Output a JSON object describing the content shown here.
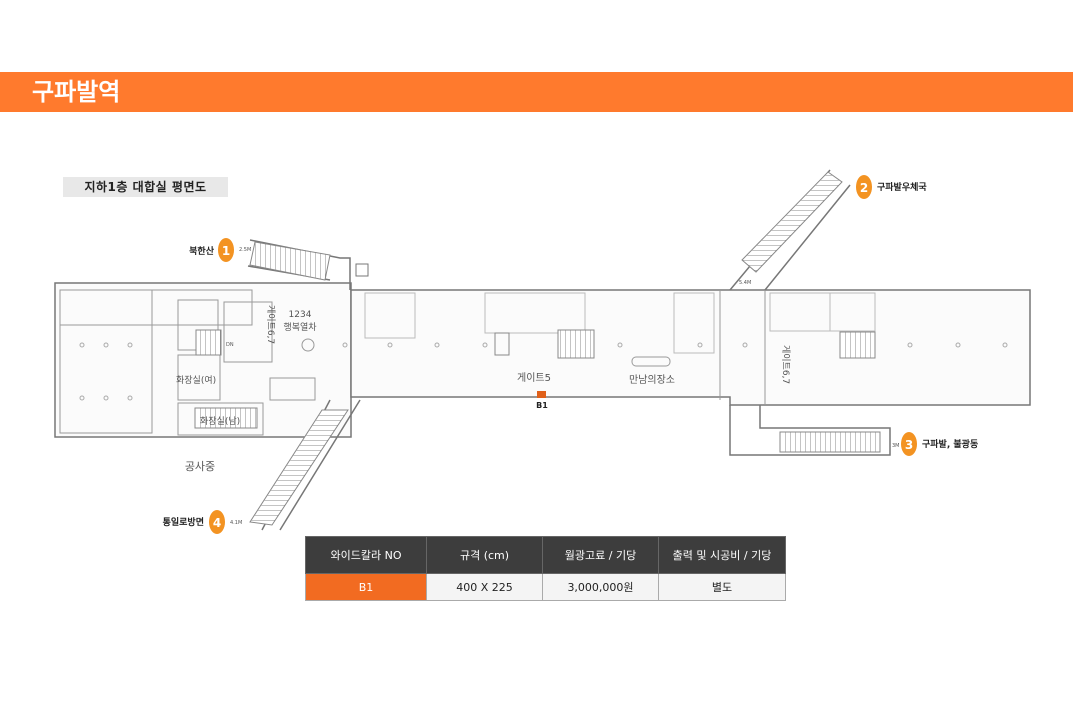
{
  "header": {
    "title": "구파발역"
  },
  "plan_label": "지하1층 대합실 평면도",
  "map": {
    "exits": [
      {
        "num": "1",
        "name": "북한산",
        "size": "2.5M"
      },
      {
        "num": "2",
        "name": "구파발우체국",
        "size": "5.4M"
      },
      {
        "num": "3",
        "name": "구파발, 불광동",
        "size": "3M"
      },
      {
        "num": "4",
        "name": "통일로방면",
        "size": "4.1M"
      }
    ],
    "labels": {
      "gate_1234": "1234",
      "happy_train": "행복열차",
      "gate_67": "게이트6,7",
      "gate_67_right": "게이트6,7",
      "restroom_female": "화장실(여)",
      "restroom_male": "화장실(남)",
      "gate_5": "게이트5",
      "meeting_place": "만남의장소",
      "construction": "공사중",
      "dn": "DN",
      "ad_marker": "B1"
    },
    "colors": {
      "accent": "#ff7a2d",
      "marker": "#e0601a"
    }
  },
  "table": {
    "headers": [
      "와이드칼라 NO",
      "규격 (cm)",
      "월광고료 / 기당",
      "출력 및 시공비 / 기당"
    ],
    "rows": [
      [
        "B1",
        "400 X 225",
        "3,000,000원",
        "별도"
      ]
    ]
  }
}
